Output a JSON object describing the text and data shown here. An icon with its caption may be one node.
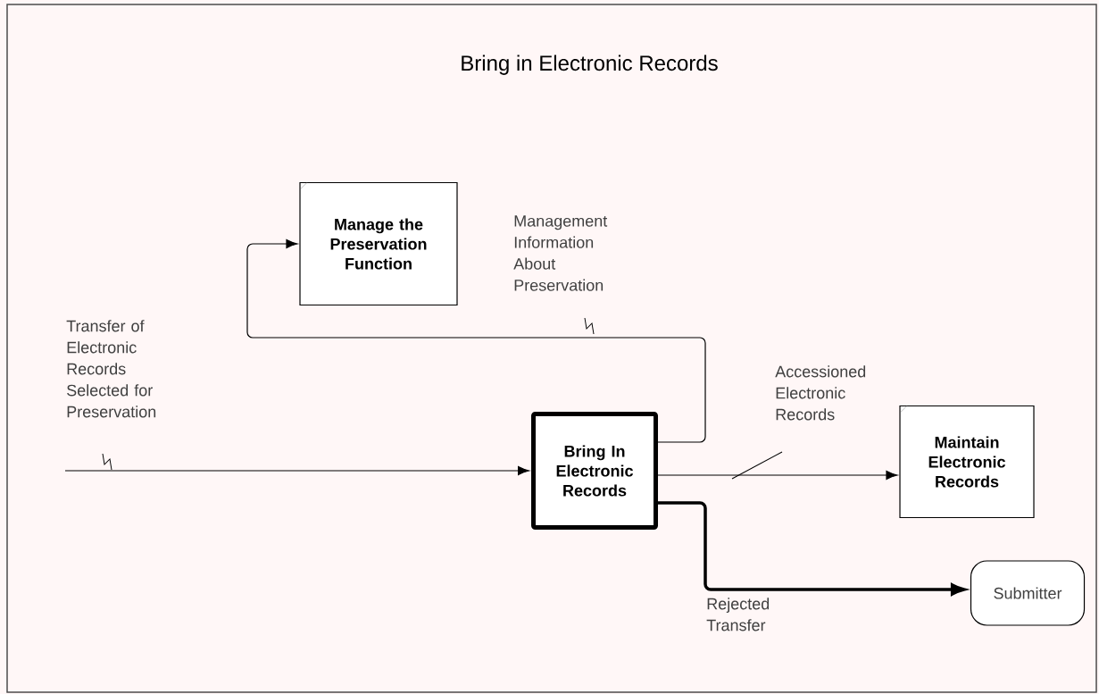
{
  "diagram": {
    "title": "Bring in Electronic Records",
    "nodes": [
      {
        "text": [
          "Manage the Preservation Function"
        ]
      },
      {
        "text": [
          "Bring In Electronic Records"
        ]
      },
      {
        "text": [
          "Maintain Electronic Records"
        ]
      },
      {
        "text": [
          "Submitter"
        ]
      }
    ],
    "edges": [
      {
        "from": null,
        "to": 1,
        "arrow": "to",
        "label": "Transfer of Electronic Records Selected for Preservation"
      },
      {
        "from": 1,
        "to": 0,
        "arrow": "to",
        "label": "Management Information About Preservation"
      },
      {
        "from": 1,
        "to": 2,
        "arrow": "to",
        "label": "Accessioned Electronic Records"
      },
      {
        "from": 1,
        "to": 3,
        "arrow": "to",
        "label": "Rejected Transfer",
        "style": "thick"
      }
    ]
  }
}
